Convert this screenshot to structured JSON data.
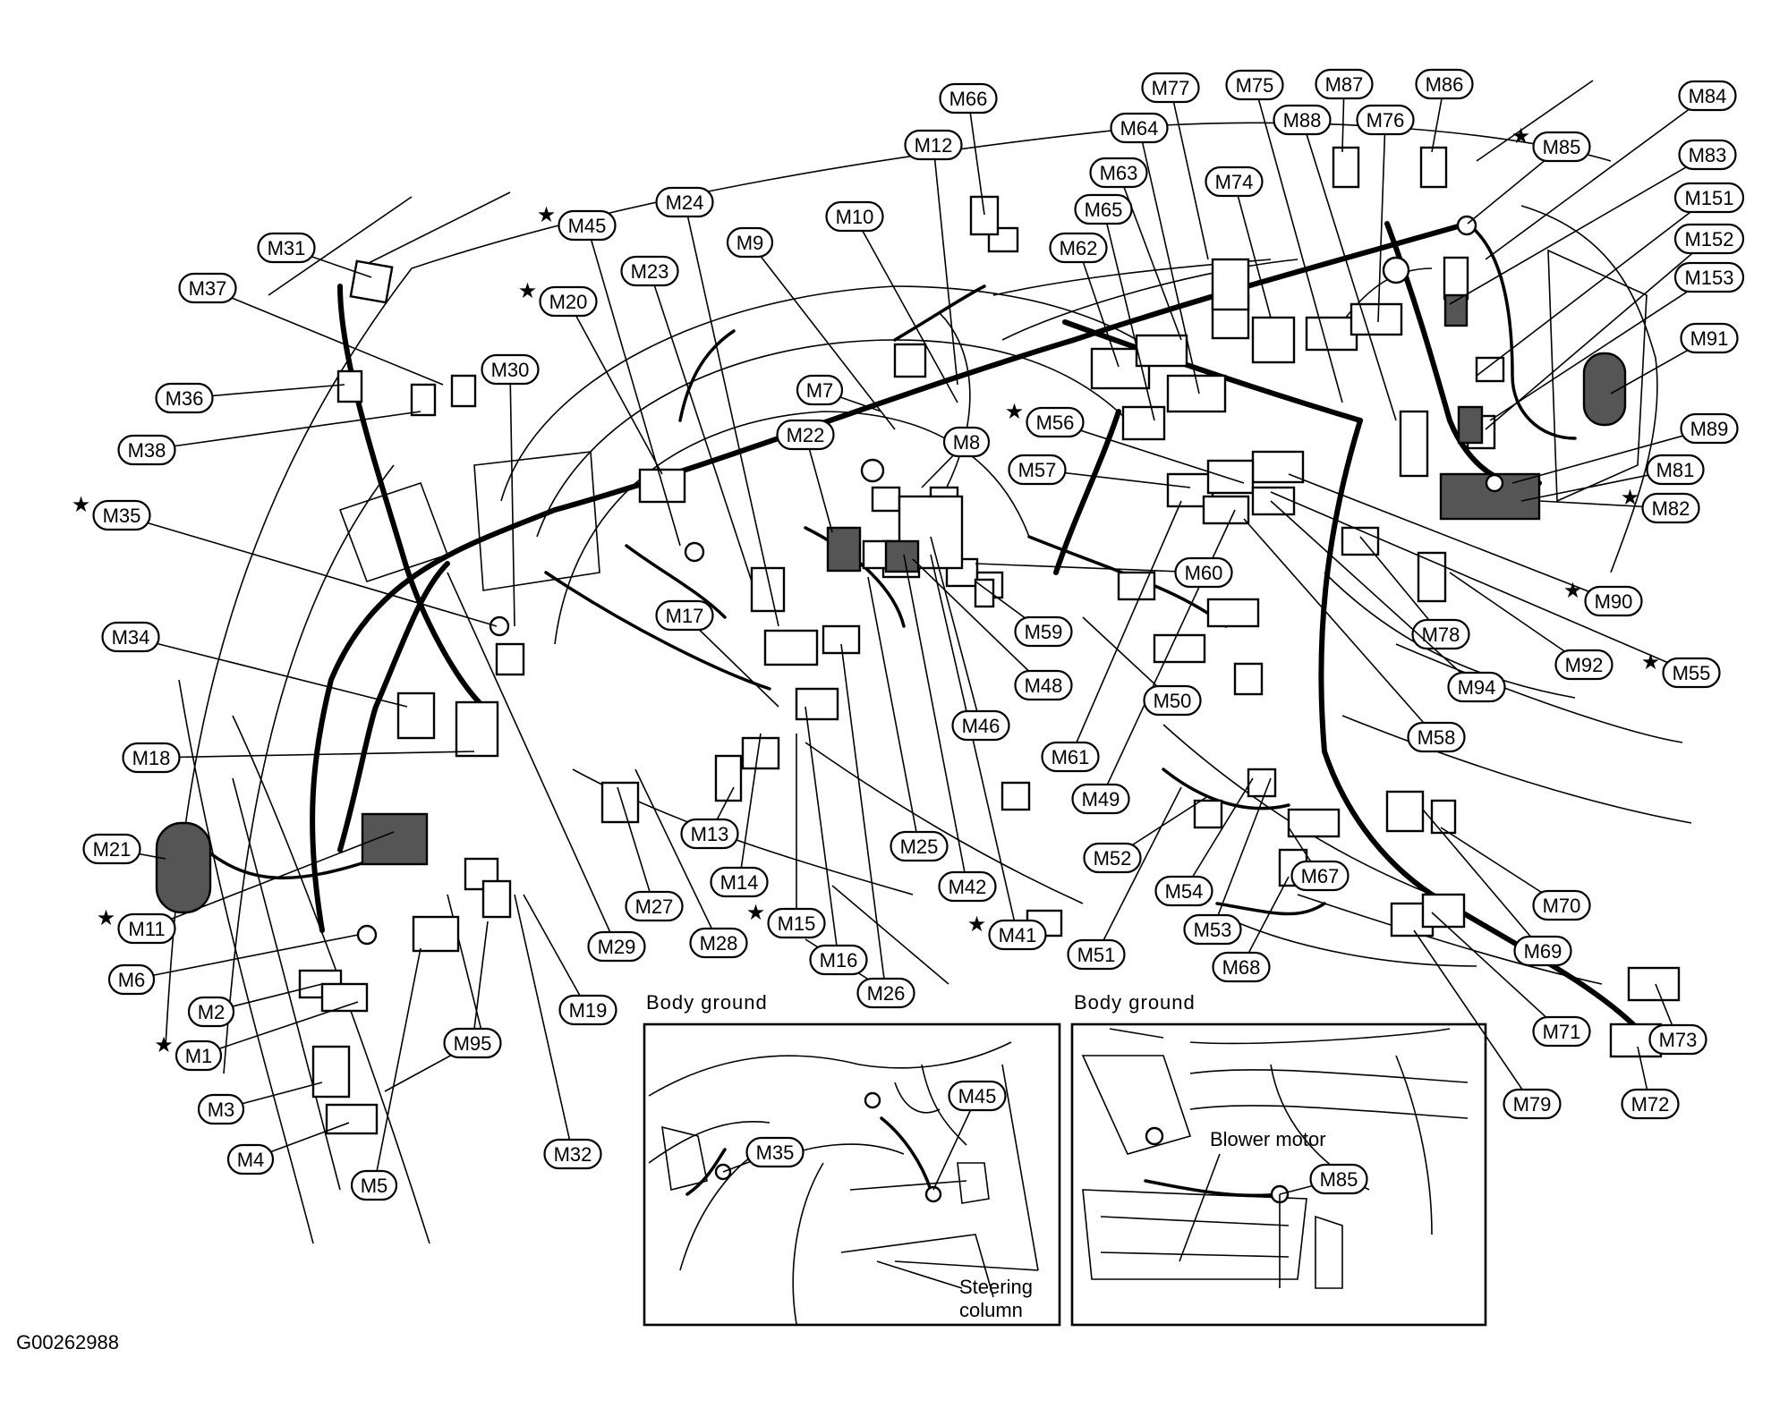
{
  "figure_id": "G00262988",
  "callouts": [
    {
      "id": "M1",
      "starred": true
    },
    {
      "id": "M2",
      "starred": false
    },
    {
      "id": "M3",
      "starred": false
    },
    {
      "id": "M4",
      "starred": false
    },
    {
      "id": "M5",
      "starred": false
    },
    {
      "id": "M6",
      "starred": false
    },
    {
      "id": "M7",
      "starred": false
    },
    {
      "id": "M8",
      "starred": false
    },
    {
      "id": "M9",
      "starred": false
    },
    {
      "id": "M10",
      "starred": false
    },
    {
      "id": "M11",
      "starred": true
    },
    {
      "id": "M12",
      "starred": false
    },
    {
      "id": "M13",
      "starred": false
    },
    {
      "id": "M14",
      "starred": false
    },
    {
      "id": "M15",
      "starred": true
    },
    {
      "id": "M16",
      "starred": false
    },
    {
      "id": "M17",
      "starred": false
    },
    {
      "id": "M18",
      "starred": false
    },
    {
      "id": "M19",
      "starred": false
    },
    {
      "id": "M20",
      "starred": true
    },
    {
      "id": "M21",
      "starred": false
    },
    {
      "id": "M22",
      "starred": false
    },
    {
      "id": "M23",
      "starred": false
    },
    {
      "id": "M24",
      "starred": false
    },
    {
      "id": "M25",
      "starred": false
    },
    {
      "id": "M26",
      "starred": false
    },
    {
      "id": "M27",
      "starred": false
    },
    {
      "id": "M28",
      "starred": false
    },
    {
      "id": "M29",
      "starred": false
    },
    {
      "id": "M30",
      "starred": false
    },
    {
      "id": "M31",
      "starred": false
    },
    {
      "id": "M32",
      "starred": false
    },
    {
      "id": "M34",
      "starred": false
    },
    {
      "id": "M35",
      "starred": true
    },
    {
      "id": "M36",
      "starred": false
    },
    {
      "id": "M37",
      "starred": false
    },
    {
      "id": "M38",
      "starred": false
    },
    {
      "id": "M41",
      "starred": true
    },
    {
      "id": "M42",
      "starred": false
    },
    {
      "id": "M45",
      "starred": true
    },
    {
      "id": "M46",
      "starred": false
    },
    {
      "id": "M48",
      "starred": false
    },
    {
      "id": "M49",
      "starred": false
    },
    {
      "id": "M50",
      "starred": false
    },
    {
      "id": "M51",
      "starred": false
    },
    {
      "id": "M52",
      "starred": false
    },
    {
      "id": "M53",
      "starred": false
    },
    {
      "id": "M54",
      "starred": false
    },
    {
      "id": "M55",
      "starred": true
    },
    {
      "id": "M56",
      "starred": true
    },
    {
      "id": "M57",
      "starred": false
    },
    {
      "id": "M58",
      "starred": false
    },
    {
      "id": "M59",
      "starred": false
    },
    {
      "id": "M60",
      "starred": false
    },
    {
      "id": "M61",
      "starred": false
    },
    {
      "id": "M62",
      "starred": false
    },
    {
      "id": "M63",
      "starred": false
    },
    {
      "id": "M64",
      "starred": false
    },
    {
      "id": "M65",
      "starred": false
    },
    {
      "id": "M66",
      "starred": false
    },
    {
      "id": "M67",
      "starred": false
    },
    {
      "id": "M68",
      "starred": false
    },
    {
      "id": "M69",
      "starred": false
    },
    {
      "id": "M70",
      "starred": false
    },
    {
      "id": "M71",
      "starred": false
    },
    {
      "id": "M72",
      "starred": false
    },
    {
      "id": "M73",
      "starred": false
    },
    {
      "id": "M74",
      "starred": false
    },
    {
      "id": "M75",
      "starred": false
    },
    {
      "id": "M76",
      "starred": false
    },
    {
      "id": "M77",
      "starred": false
    },
    {
      "id": "M78",
      "starred": false
    },
    {
      "id": "M79",
      "starred": false
    },
    {
      "id": "M81",
      "starred": false
    },
    {
      "id": "M82",
      "starred": true
    },
    {
      "id": "M83",
      "starred": false
    },
    {
      "id": "M84",
      "starred": false
    },
    {
      "id": "M85",
      "starred": true
    },
    {
      "id": "M86",
      "starred": false
    },
    {
      "id": "M87",
      "starred": false
    },
    {
      "id": "M88",
      "starred": false
    },
    {
      "id": "M89",
      "starred": false
    },
    {
      "id": "M90",
      "starred": true
    },
    {
      "id": "M91",
      "starred": false
    },
    {
      "id": "M92",
      "starred": false
    },
    {
      "id": "M94",
      "starred": false
    },
    {
      "id": "M95",
      "starred": false
    },
    {
      "id": "M151",
      "starred": false
    },
    {
      "id": "M152",
      "starred": false
    },
    {
      "id": "M153",
      "starred": false
    }
  ],
  "insets": [
    {
      "title": "Body ground",
      "callouts": [
        "M35",
        "M45"
      ],
      "note": [
        "Steering",
        "column"
      ]
    },
    {
      "title": "Body ground",
      "callouts": [
        "M85"
      ],
      "note": [
        "Blower motor"
      ]
    }
  ]
}
